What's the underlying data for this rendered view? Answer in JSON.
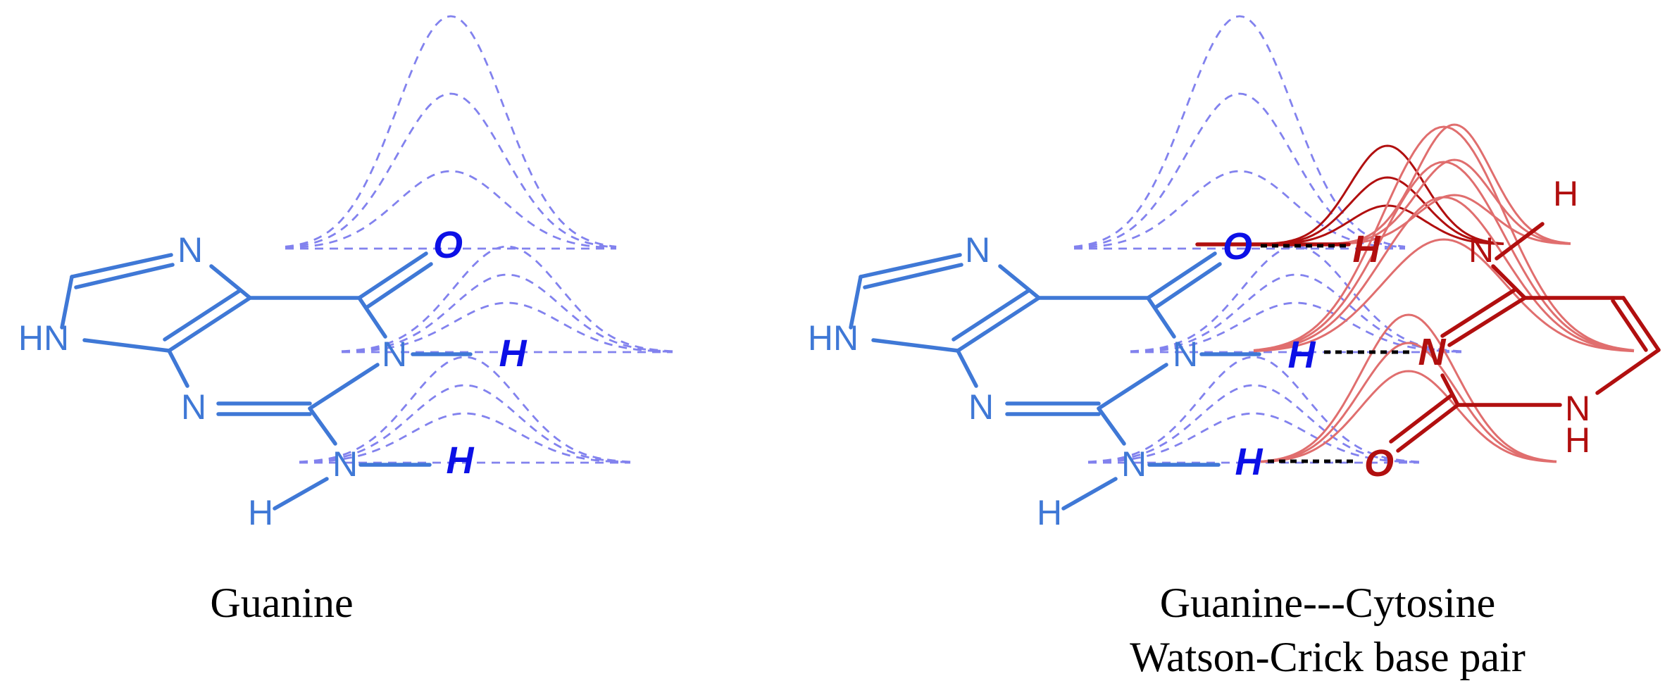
{
  "colors": {
    "guanine": "#3f78d6",
    "guanine_emphasis": "#0c10e6",
    "cytosine": "#b10f0f",
    "cytosine_light": "#e06e6e",
    "orbital_dashed": "#8282ee",
    "hydrogen_bond": "#000000",
    "caption": "#000000",
    "background": "#ffffff"
  },
  "panels": {
    "left": {
      "caption_lines": [
        "Guanine"
      ],
      "atoms": {
        "n_top": "N",
        "hn_imidazole": "HN",
        "n_lower": "N",
        "n1": "N",
        "n_amine": "N",
        "h_amine": "H",
        "o_carbonyl": "O",
        "h_n1": "H",
        "h_amine_em": "H"
      }
    },
    "right": {
      "caption_lines": [
        "Guanine---Cytosine",
        "Watson-Crick base pair"
      ],
      "guanine_atoms": {
        "n_top": "N",
        "hn_imidazole": "HN",
        "n_lower": "N",
        "n1": "N",
        "n_amine": "N",
        "h_amine": "H",
        "o_carbonyl": "O",
        "h_n1": "H",
        "h_amine_em": "H"
      },
      "cytosine_atoms": {
        "h_amino_em": "H",
        "n_amino": "N",
        "h_amino": "H",
        "n3_em": "N",
        "nh_ring": "N",
        "nh_ring_h": "H",
        "o_em": "O"
      }
    }
  }
}
